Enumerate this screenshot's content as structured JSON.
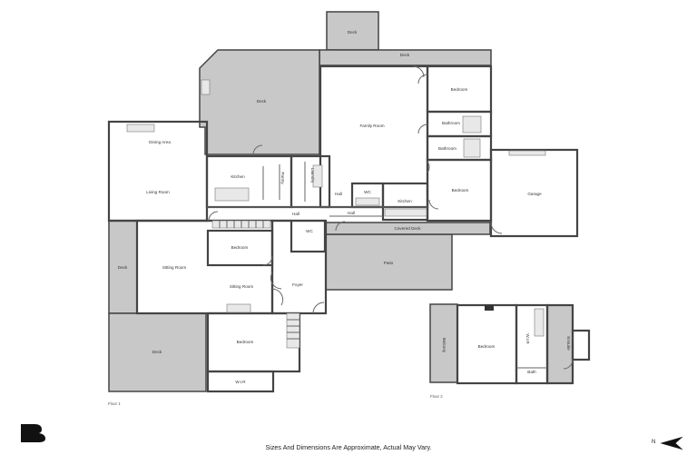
{
  "rooms": {
    "deck_top": "Deck",
    "deck_strip": "Deck",
    "deck_main": "Deck",
    "bedroom_1": "Bedroom",
    "family_room": "Family Room",
    "bathroom_1": "Bathroom",
    "bathroom_2": "Bathroom",
    "dining_area": "Dining Area",
    "kitchen_1": "Kitchen",
    "pantry": "Pantry",
    "laundry": "Laundry",
    "bedroom_2": "Bedroom",
    "garage": "Garage",
    "living_room": "Living Room",
    "hall_1": "Hall",
    "wc_1": "WC",
    "kitchen_2": "Kitchen",
    "hall_2": "Hall",
    "hall_3": "Hall",
    "wc_2": "WC",
    "covered_deck": "Covered Deck",
    "deck_left": "Deck",
    "bedroom_3": "Bedroom",
    "sitting_room_1": "Sitting Room",
    "sitting_room_2": "Sitting Room",
    "foyer": "Foyer",
    "patio": "Patio",
    "deck_lower": "Deck",
    "bedroom_4": "Bedroom",
    "wir": "W.I.R",
    "balcony": "Balcony",
    "bedroom_5": "Bedroom",
    "wir_2": "W.I.R",
    "bath_2": "Bath",
    "ensuite": "Ensuite"
  },
  "floors": {
    "floor_1": "Floor 1",
    "floor_2": "Floor 2"
  },
  "footer": {
    "disclaimer": "Sizes And Dimensions Are Approximate, Actual May Vary."
  },
  "compass": {
    "label": "N"
  },
  "icons": {
    "logo": "brand-logo-icon",
    "compass": "north-arrow-icon"
  },
  "colors": {
    "outdoor_fill": "#c8c8c8",
    "wall": "#444444"
  }
}
